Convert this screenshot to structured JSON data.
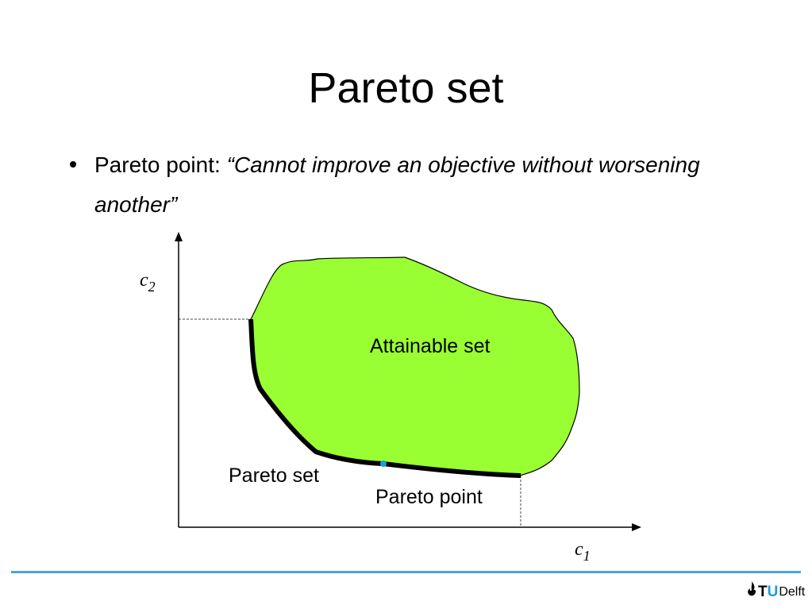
{
  "slide": {
    "title": "Pareto set",
    "bullet": {
      "lead": "Pareto point: ",
      "quote": "“Cannot improve an objective without worsening another”"
    }
  },
  "diagram": {
    "axis_y_label": "c",
    "axis_y_subscript": "2",
    "axis_x_label": "c",
    "axis_x_subscript": "1",
    "region_label": "Attainable set",
    "pareto_set_label": "Pareto set",
    "pareto_point_label": "Pareto point",
    "colors": {
      "region_fill": "#99ff33",
      "pareto_point": "#1a9fd9",
      "footer_line": "#4aa3df"
    }
  },
  "footer": {
    "logo_text": "Delft",
    "logo_mark": "TU"
  }
}
